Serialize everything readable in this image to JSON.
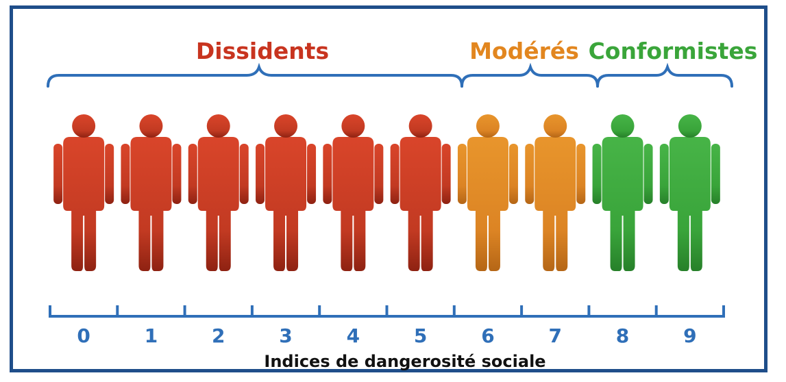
{
  "groups": [
    {
      "label": "Dissidents",
      "color": "#c8341f",
      "from": 0,
      "to": 5
    },
    {
      "label": "Modérés",
      "color": "#e2861f",
      "from": 6,
      "to": 7
    },
    {
      "label": "Conformistes",
      "color": "#3aa53a",
      "from": 8,
      "to": 9
    }
  ],
  "figures": [
    {
      "index": 0,
      "group": "Dissidents"
    },
    {
      "index": 1,
      "group": "Dissidents"
    },
    {
      "index": 2,
      "group": "Dissidents"
    },
    {
      "index": 3,
      "group": "Dissidents"
    },
    {
      "index": 4,
      "group": "Dissidents"
    },
    {
      "index": 5,
      "group": "Dissidents"
    },
    {
      "index": 6,
      "group": "Modérés"
    },
    {
      "index": 7,
      "group": "Modérés"
    },
    {
      "index": 8,
      "group": "Conformistes"
    },
    {
      "index": 9,
      "group": "Conformistes"
    }
  ],
  "scale": {
    "ticks": [
      "0",
      "1",
      "2",
      "3",
      "4",
      "5",
      "6",
      "7",
      "8",
      "9"
    ],
    "caption": "Indices de dangerosité sociale"
  },
  "colors": {
    "frame": "#1f4e8a",
    "brace": "#2f6fb8",
    "scale_line": "#2f6fb8",
    "tick_text": "#2f6fb8",
    "caption_text": "#111111"
  }
}
